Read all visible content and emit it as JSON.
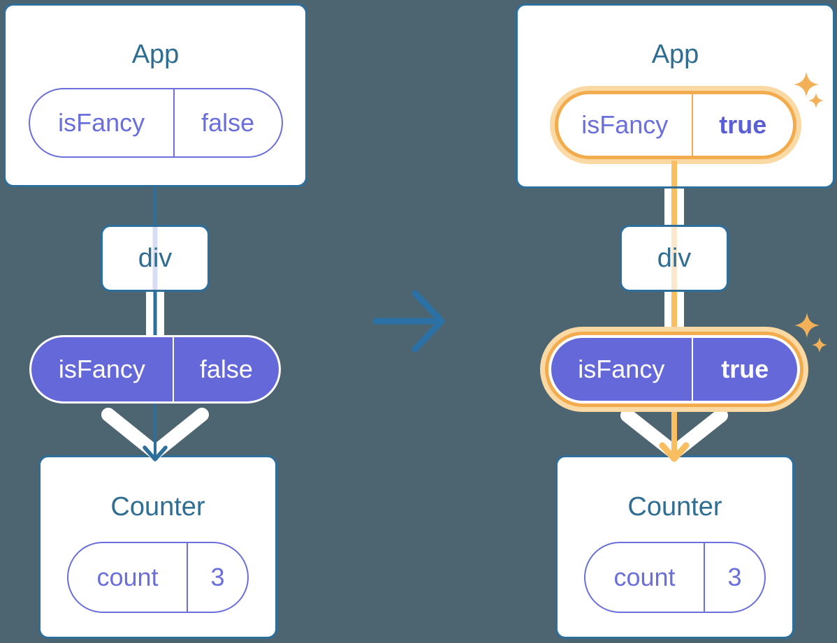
{
  "canvas": {
    "background_color": "#4C6570",
    "description": "Two React component-tree diagrams (before and after) separated by a right arrow; state isFancy flips from false to true and flows down App > div > Counter"
  },
  "colors": {
    "card_border_blue": "#2D6E9B",
    "title_text_blue": "#2F6D92",
    "purple": "#6A6FDB",
    "purple_fill": "#6568D8",
    "bold_value_purple": "#5A5FD6",
    "highlight_orange": "#F2AC4E",
    "highlight_glow": "#FAD9A4",
    "flow_orange": "#F8BE61",
    "sparkle_orange": "#F2B159",
    "lavender_trace": "#D8DDF3",
    "cream_trace": "#FBE8CC",
    "transition_arrow_blue": "#2B71A6",
    "pass_arrow_white": "#FFFFFF"
  },
  "diagrams": [
    {
      "state": "before",
      "highlighted": false,
      "app_title": "App",
      "prop_name": "isFancy",
      "prop_value": "false",
      "div_label": "div",
      "state_name": "isFancy",
      "state_value": "false",
      "counter_title": "Counter",
      "count_name": "count",
      "count_value": "3"
    },
    {
      "state": "after",
      "highlighted": true,
      "app_title": "App",
      "prop_name": "isFancy",
      "prop_value": "true",
      "div_label": "div",
      "state_name": "isFancy",
      "state_value": "true",
      "counter_title": "Counter",
      "count_name": "count",
      "count_value": "3"
    }
  ]
}
